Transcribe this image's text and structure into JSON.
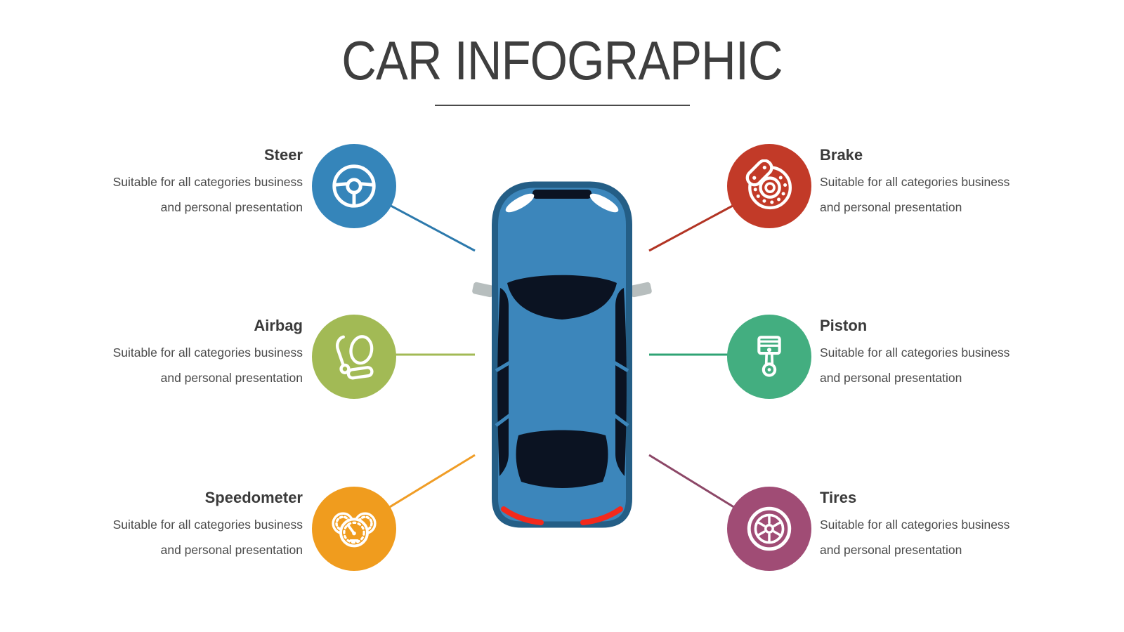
{
  "title": {
    "text": "CAR INFOGRAPHIC"
  },
  "items": [
    {
      "label": "Steer",
      "description": [
        "Suitable for all categories business",
        "and personal presentation"
      ],
      "color": "#3585BA",
      "line_color": "#2C79AC",
      "icon": "steering-wheel-icon",
      "side": "left"
    },
    {
      "label": "Airbag",
      "description": [
        "Suitable for all categories business",
        "and personal presentation"
      ],
      "color": "#A2BA55",
      "line_color": "#A2BA55",
      "icon": "airbag-seat-icon",
      "side": "left"
    },
    {
      "label": "Speedometer",
      "description": [
        "Suitable for all categories business",
        "and personal presentation"
      ],
      "color": "#F09C1E",
      "line_color": "#F09D26",
      "icon": "speedometer-icon",
      "side": "left"
    },
    {
      "label": "Brake",
      "description": [
        "Suitable for all categories business",
        "and personal presentation"
      ],
      "color": "#C23A28",
      "line_color": "#B23424",
      "icon": "brake-disc-icon",
      "side": "right"
    },
    {
      "label": "Piston",
      "description": [
        "Suitable for all categories business",
        "and personal presentation"
      ],
      "color": "#43AE80",
      "line_color": "#2FA374",
      "icon": "piston-icon",
      "side": "right"
    },
    {
      "label": "Tires",
      "description": [
        "Suitable for all categories business",
        "and personal presentation"
      ],
      "color": "#A04C75",
      "line_color": "#8C4767",
      "icon": "tire-wheel-icon",
      "side": "right"
    }
  ],
  "car": {
    "name": "car-top-view",
    "body_color": "#3C86BB",
    "outline_color": "#245E86",
    "glass_color": "#0B1322",
    "mirror_color": "#B7BEBE",
    "taillight_color": "#F3291C"
  }
}
